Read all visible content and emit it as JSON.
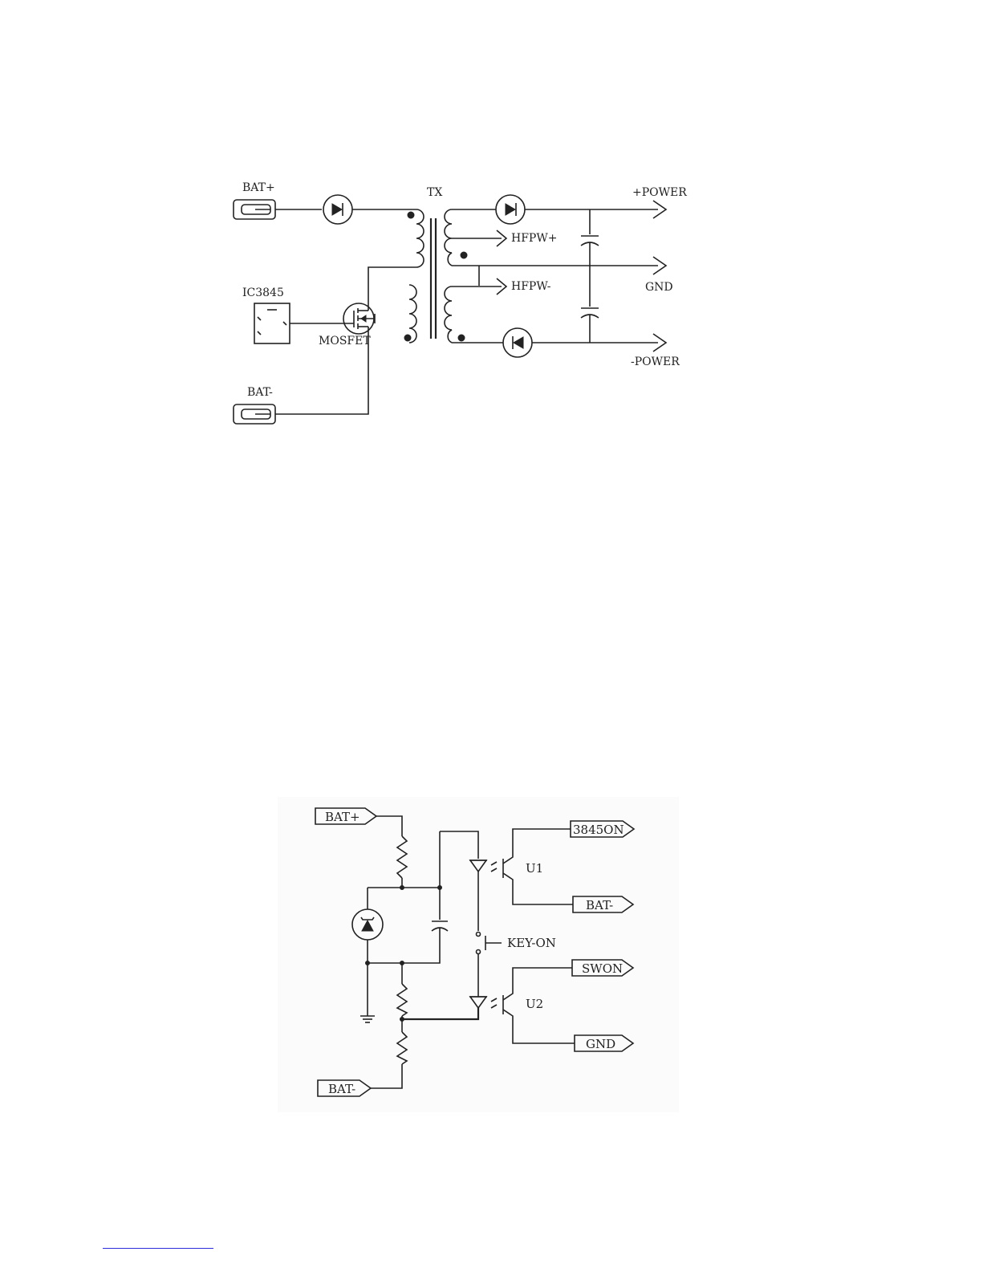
{
  "diagram1": {
    "bat_plus": "BAT+",
    "bat_minus": "BAT-",
    "transformer": "TX",
    "controller": "IC3845",
    "switch": "MOSFET",
    "out_plus_power": "+POWER",
    "out_hfpw_plus": "HFPW+",
    "out_gnd": "GND",
    "out_hfpw_minus": "HFPW-",
    "out_minus_power": "-POWER"
  },
  "diagram2": {
    "tag_bat_plus": "BAT+",
    "tag_bat_minus": "BAT-",
    "tag_3845on": "3845ON",
    "tag_bat_minus_out": "BAT-",
    "tag_swon": "SWON",
    "tag_gnd": "GND",
    "opto1": "U1",
    "opto2": "U2",
    "key": "KEY-ON"
  },
  "colors": {
    "ink": "#222222",
    "footnote_rule": "#2b2bd9",
    "panel_bg": "#fbfbfb"
  }
}
